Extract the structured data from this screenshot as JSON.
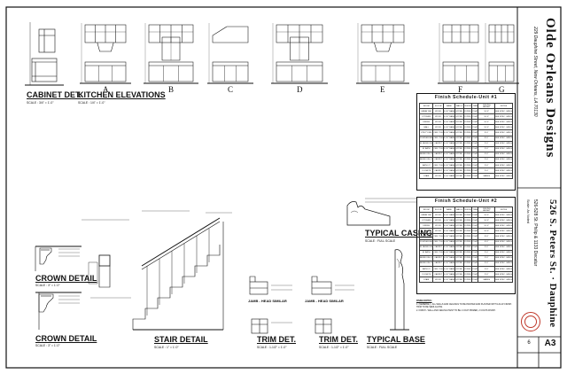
{
  "sheet": {
    "firm_name": "Olde Orleans Designs",
    "firm_address": "229 Dauphine Street, New Orleans, LA 70130",
    "project_title": "526-528 St. Philip & 1133 Decatur",
    "project_title_display": "526 S. Peters St. · Dauphine",
    "sheet_number": "A3",
    "sheet_total": "6",
    "scale_note": "Scale: As Noted"
  },
  "drawings": {
    "cabinet_det": {
      "title": "CABINET DET.",
      "scale": "SCALE : 3/4\" = 1'-0\""
    },
    "kitchen_elevations": {
      "title": "KITCHEN ELEVATIONS",
      "scale": "SCALE : 1/4\" = 1'-0\""
    },
    "elevation_letters": [
      "A",
      "B",
      "C",
      "D",
      "E",
      "F",
      "G"
    ],
    "crown_detail_1": {
      "title": "CROWN DETAIL",
      "scale": "SCALE : 3\" = 1'-0\""
    },
    "crown_detail_2": {
      "title": "CROWN DETAIL",
      "scale": "SCALE : 3\" = 1'-0\""
    },
    "stair_detail": {
      "title": "STAIR DETAIL",
      "scale": "SCALE : 1\" = 1'-0\""
    },
    "trim_det_1": {
      "title": "TRIM DET.",
      "scale": "SCALE : 1-1/2\" = 1'-0\"",
      "sub": "JAMB - HEAD SIMILAR"
    },
    "trim_det_2": {
      "title": "TRIM DET.",
      "scale": "SCALE : 1-1/2\" = 1'-0\"",
      "sub": "JAMB - HEAD SIMILAR"
    },
    "typical_casing": {
      "title": "TYPICAL CASING",
      "scale": "SCALE : FULL SCALE"
    },
    "typical_base": {
      "title": "TYPICAL BASE",
      "scale": "SCALE : FULL SCALE"
    }
  },
  "finish_schedule_1": {
    "title": "Finish Schedule-Unit #1",
    "columns": [
      "ROOM",
      "FLOOR",
      "BASE",
      "WALLS",
      "CEILING",
      "TRIM",
      "CEILING HEIGHT",
      "NOTES"
    ],
    "rows": [
      [
        "GREAT RM.",
        "WOOD",
        "5-1/4\" BASE",
        "GYP.BD.",
        "GYP.BD.",
        "P.LAT.",
        "10'-0\"",
        "SEE SPEC. GEN.S"
      ],
      [
        "KITCHEN",
        "WOOD",
        "5-1/4\" BASE",
        "GYP.BD.",
        "GYP.BD.",
        "P.LAT.",
        "10'-0\"",
        "SEE SPEC. GEN.S"
      ],
      [
        "DINING",
        "WOOD",
        "5-1/4\" BASE",
        "GYP.BD.",
        "GYP.BD.",
        "P.LAT.",
        "10'-0\"",
        "SEE SPEC. GEN.S"
      ],
      [
        "HALL",
        "WOOD",
        "5-1/4\" BASE",
        "GYP.BD.",
        "GYP.BD.",
        "P.LAT.",
        "10'-0\"",
        "SEE SPEC. GEN.S"
      ],
      [
        "UTILITY RM.",
        "CER. TILE",
        "5-1/4\" BASE",
        "GYP.BD.",
        "GYP.BD.",
        "P.LAT.",
        "8'-0\"",
        "SEE SPEC. GEN.S"
      ],
      [
        "POWDER RM.",
        "CER. TILE",
        "5-1/4\" BASE",
        "GYP.BD.",
        "GYP.BD.",
        "P.LAT.",
        "8'-0\"",
        "SEE SPEC. GEN.S"
      ],
      [
        "M. BEDROOM",
        "CARPET",
        "5-1/4\" BASE",
        "GYP.BD.",
        "GYP.BD.",
        "P.LAT.",
        "9'-0\"",
        "SEE SPEC. GEN.S"
      ],
      [
        "M. BATH",
        "CER. TILE",
        "5-1/4\" BASE",
        "GYP.BD.",
        "GYP.BD.",
        "P.LAT.",
        "9'-0\"",
        "SEE SPEC. GEN.S"
      ],
      [
        "BEDROOM #2",
        "CARPET",
        "5-1/4\" BASE",
        "GYP.BD.",
        "GYP.BD.",
        "P.LAT.",
        "9'-0\"",
        "SEE SPEC. GEN.S"
      ],
      [
        "BEDROOM #3",
        "CARPET",
        "5-1/4\" BASE",
        "GYP.BD.",
        "GYP.BD.",
        "P.LAT.",
        "9'-0\"",
        "SEE SPEC. GEN.S"
      ],
      [
        "BATH #2",
        "CER. TILE",
        "5-1/4\" BASE",
        "GYP.BD.",
        "GYP.BD.",
        "P.LAT.",
        "9'-0\"",
        "SEE SPEC. GEN.S"
      ],
      [
        "CLOSETS",
        "CARPET",
        "5-1/4\" BASE",
        "GYP.BD.",
        "GYP.BD.",
        "P.LAT.",
        "9'-0\"",
        "SEE SPEC. GEN.S"
      ],
      [
        "STAIR",
        "WOOD",
        "5-1/4\" BASE",
        "GYP.BD.",
        "GYP.BD.",
        "P.LAT.",
        "VARIES",
        "SEE SPEC. GEN.S"
      ]
    ]
  },
  "finish_schedule_2": {
    "title": "Finish Schedule-Unit #2",
    "columns": [
      "ROOM",
      "FLOOR",
      "BASE",
      "WALLS",
      "CEILING",
      "TRIM",
      "CEILING HEIGHT",
      "NOTES"
    ],
    "rows": [
      [
        "GREAT RM.",
        "WOOD",
        "5-1/4\" BASE",
        "GYP.BD.",
        "GYP.BD.",
        "P.LAT.",
        "10'-0\"",
        "SEE SPEC. GEN.S"
      ],
      [
        "KITCHEN",
        "WOOD",
        "5-1/4\" BASE",
        "GYP.BD.",
        "GYP.BD.",
        "P.LAT.",
        "10'-0\"",
        "SEE SPEC. GEN.S"
      ],
      [
        "DINING",
        "WOOD",
        "5-1/4\" BASE",
        "GYP.BD.",
        "GYP.BD.",
        "P.LAT.",
        "10'-0\"",
        "SEE SPEC. GEN.S"
      ],
      [
        "HALL",
        "WOOD",
        "5-1/4\" BASE",
        "GYP.BD.",
        "GYP.BD.",
        "P.LAT.",
        "10'-0\"",
        "SEE SPEC. GEN.S"
      ],
      [
        "UTILITY RM.",
        "CER. TILE",
        "5-1/4\" BASE",
        "GYP.BD.",
        "GYP.BD.",
        "P.LAT.",
        "8'-0\"",
        "SEE SPEC. GEN.S"
      ],
      [
        "POWDER RM.",
        "CER. TILE",
        "5-1/4\" BASE",
        "GYP.BD.",
        "GYP.BD.",
        "P.LAT.",
        "8'-0\"",
        "SEE SPEC. GEN.S"
      ],
      [
        "M. BEDROOM",
        "CARPET",
        "5-1/4\" BASE",
        "GYP.BD.",
        "GYP.BD.",
        "P.LAT.",
        "9'-0\"",
        "SEE SPEC. GEN.S"
      ],
      [
        "M. BATH",
        "CER. TILE",
        "5-1/4\" BASE",
        "GYP.BD.",
        "GYP.BD.",
        "P.LAT.",
        "9'-0\"",
        "SEE SPEC. GEN.S"
      ],
      [
        "BEDROOM #2",
        "CARPET",
        "5-1/4\" BASE",
        "GYP.BD.",
        "GYP.BD.",
        "P.LAT.",
        "9'-0\"",
        "SEE SPEC. GEN.S"
      ],
      [
        "BEDROOM #3",
        "CARPET",
        "5-1/4\" BASE",
        "GYP.BD.",
        "GYP.BD.",
        "P.LAT.",
        "9'-0\"",
        "SEE SPEC. GEN.S"
      ],
      [
        "BATH #2",
        "CER. TILE",
        "5-1/4\" BASE",
        "GYP.BD.",
        "GYP.BD.",
        "P.LAT.",
        "9'-0\"",
        "SEE SPEC. GEN.S"
      ],
      [
        "CLOSETS",
        "CARPET",
        "5-1/4\" BASE",
        "GYP.BD.",
        "GYP.BD.",
        "P.LAT.",
        "9'-0\"",
        "SEE SPEC. GEN.S"
      ],
      [
        "STAIR",
        "WOOD",
        "5-1/4\" BASE",
        "GYP.BD.",
        "GYP.BD.",
        "P.LAT.",
        "VARIES",
        "SEE SPEC. GEN.S"
      ]
    ]
  },
  "finish_notes": {
    "heading": "FINISH NOTES:",
    "items": [
      "1. (GENERAL) - ALL WALLS AND CEILINGS TO BE PAINTED AND PLASTER WITH A FLAT FINISH. TRIM TO BE SEMI-GLOSS.",
      "2. FINISH - WALL AND CEILING PAINT TO BE 1 COAT PRIMER, 2 COATS FINISH."
    ]
  },
  "colors": {
    "ink": "#111111",
    "stamp_red": "#c0392b",
    "paper": "#ffffff"
  }
}
